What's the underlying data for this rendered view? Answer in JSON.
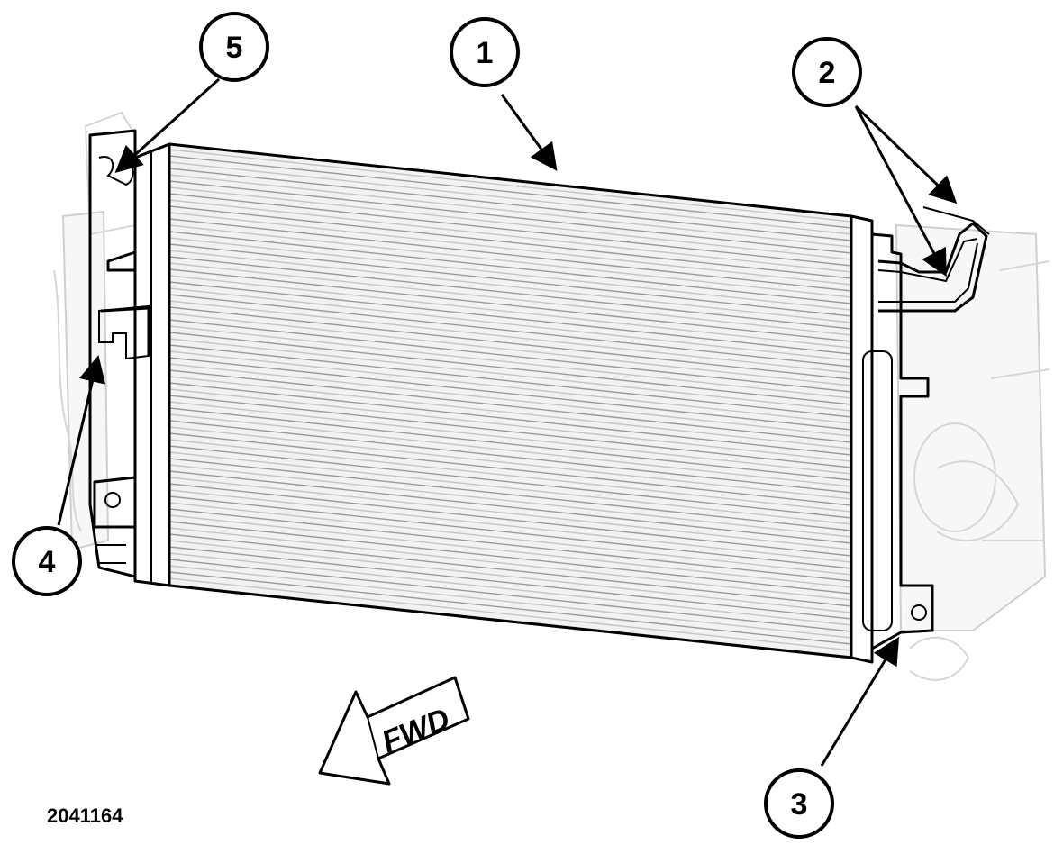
{
  "callouts": [
    {
      "id": "1",
      "label": "1"
    },
    {
      "id": "2",
      "label": "2"
    },
    {
      "id": "3",
      "label": "3"
    },
    {
      "id": "4",
      "label": "4"
    },
    {
      "id": "5",
      "label": "5"
    }
  ],
  "direction_label": "FWD",
  "figure_id": "2041164"
}
